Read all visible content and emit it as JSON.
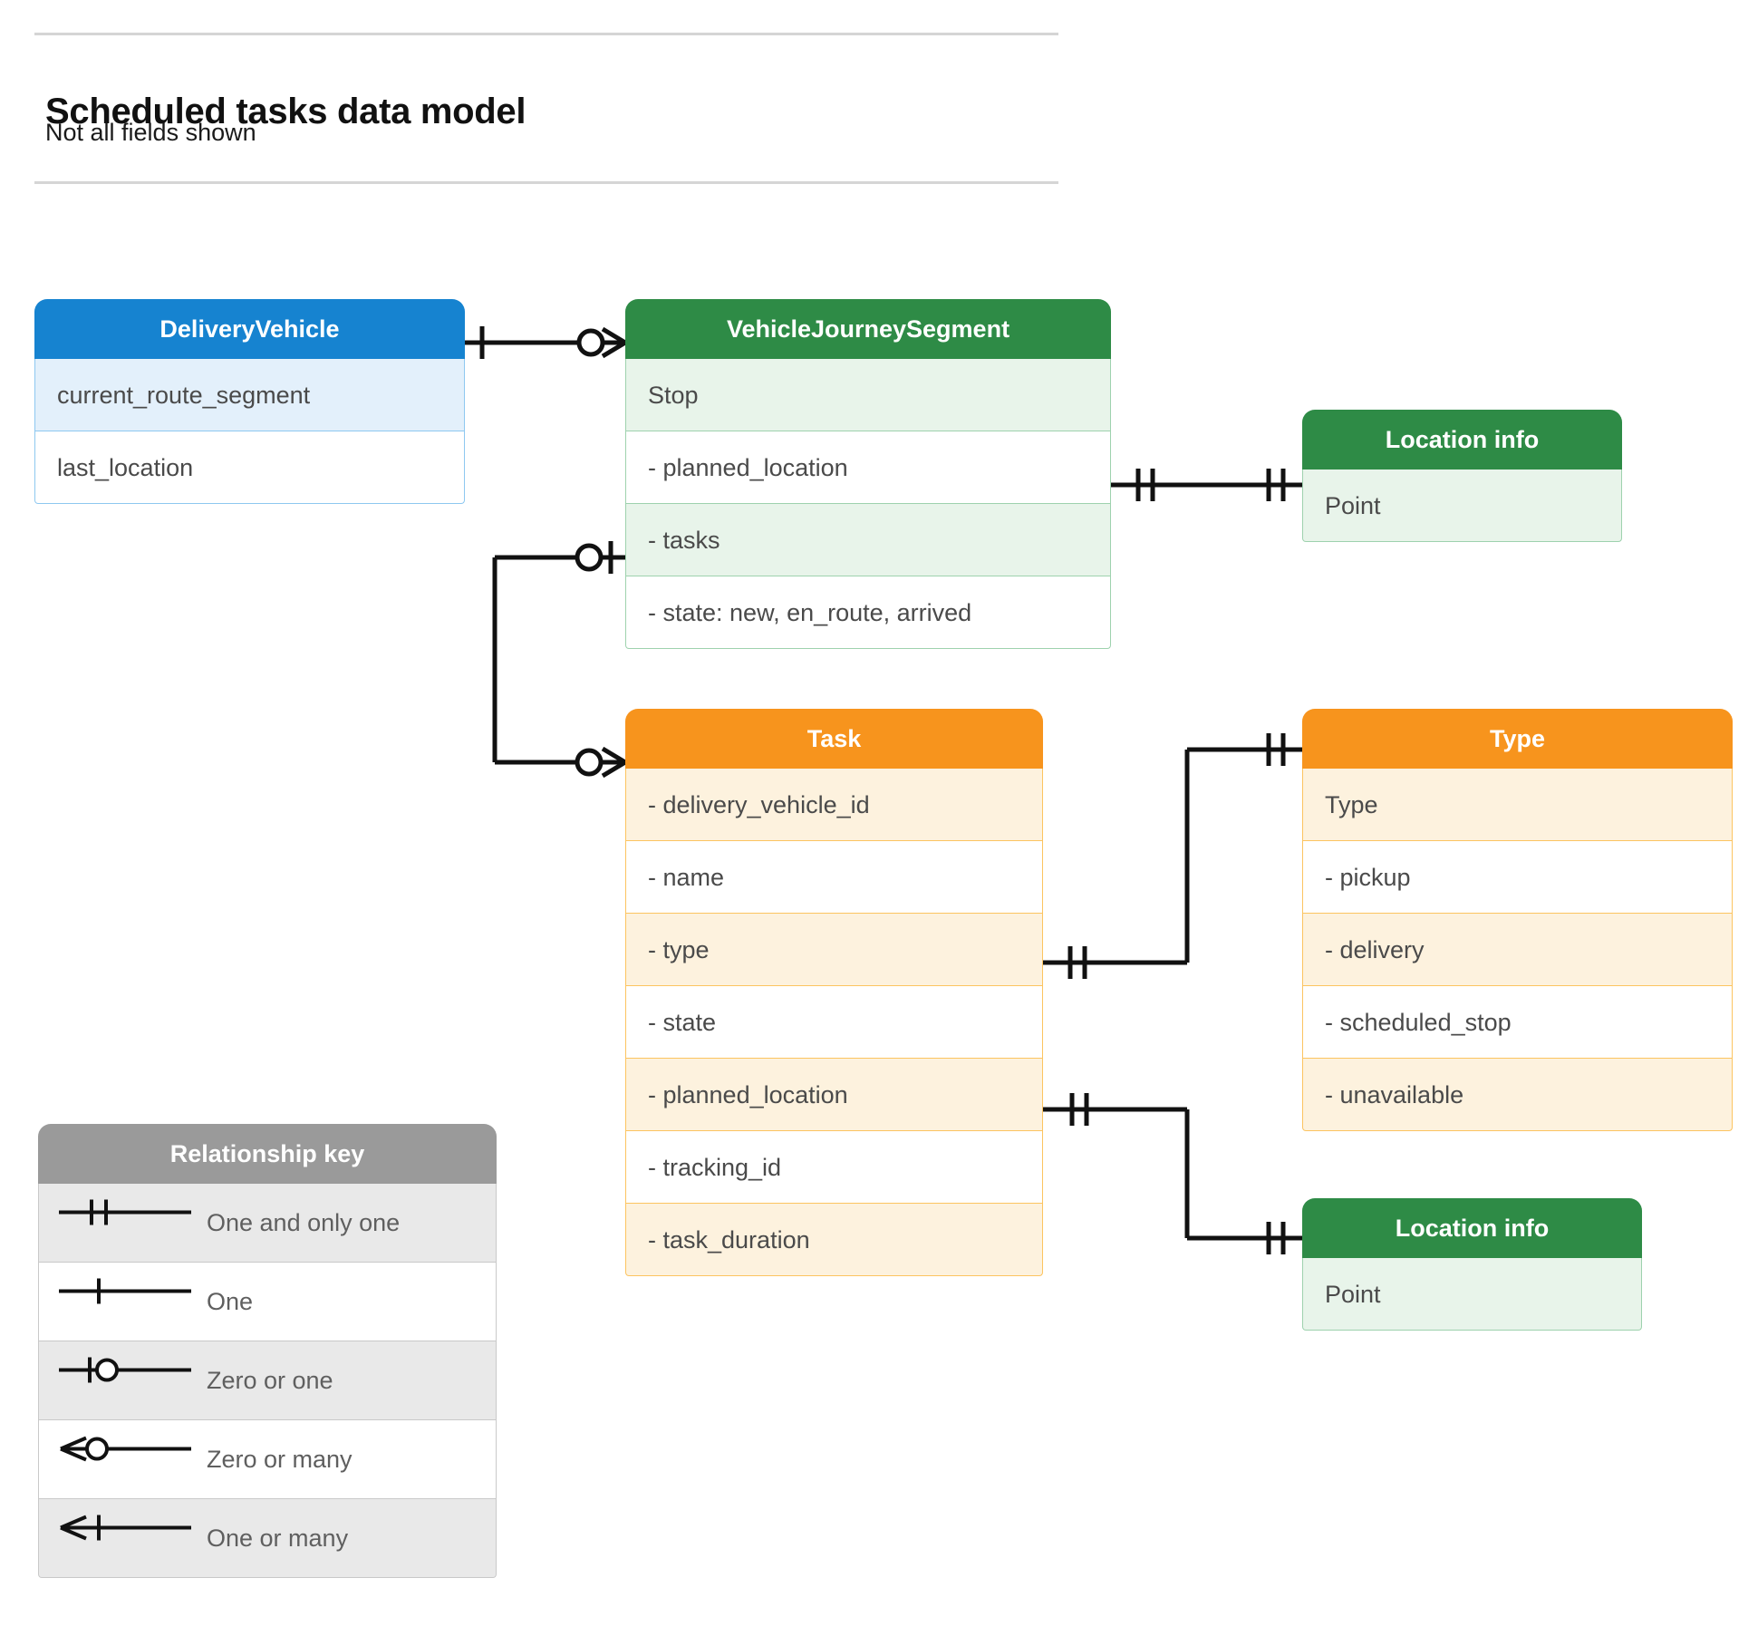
{
  "header": {
    "title": "Scheduled tasks data model",
    "subtitle": "Not all fields shown"
  },
  "entities": {
    "delivery_vehicle": {
      "title": "DeliveryVehicle",
      "color": "#1683d0",
      "rows": [
        "current_route_segment",
        "last_location"
      ]
    },
    "vehicle_journey_segment": {
      "title": "VehicleJourneySegment",
      "color": "#2e8b46",
      "rows": [
        "Stop",
        "-  planned_location",
        "- tasks",
        "- state: new, en_route, arrived"
      ]
    },
    "location_info_top": {
      "title": "Location info",
      "color": "#2e8b46",
      "rows": [
        "Point"
      ]
    },
    "task": {
      "title": "Task",
      "color": "#f7941d",
      "rows": [
        "- delivery_vehicle_id",
        "- name",
        "- type",
        "- state",
        "- planned_location",
        "- tracking_id",
        "- task_duration"
      ]
    },
    "type": {
      "title": "Type",
      "color": "#f7941d",
      "rows": [
        "Type",
        "-   pickup",
        "-   delivery",
        "-   scheduled_stop",
        "-   unavailable"
      ]
    },
    "location_info_bottom": {
      "title": "Location info",
      "color": "#2e8b46",
      "rows": [
        "Point"
      ]
    }
  },
  "legend": {
    "title": "Relationship key",
    "items": [
      {
        "label": "One and only one",
        "symbol": "one-and-only-one"
      },
      {
        "label": "One",
        "symbol": "one"
      },
      {
        "label": "Zero or one",
        "symbol": "zero-or-one"
      },
      {
        "label": "Zero or many",
        "symbol": "zero-or-many"
      },
      {
        "label": "One or many",
        "symbol": "one-or-many"
      }
    ]
  },
  "relationships": [
    {
      "from": "DeliveryVehicle",
      "from_cardinality": "one",
      "to": "VehicleJourneySegment",
      "to_cardinality": "zero-or-many"
    },
    {
      "from": "VehicleJourneySegment.planned_location",
      "from_cardinality": "one-and-only-one",
      "to": "Location info",
      "to_cardinality": "one-and-only-one"
    },
    {
      "from": "VehicleJourneySegment.tasks",
      "from_cardinality": "zero-or-one",
      "to": "Task",
      "to_cardinality": "zero-or-many"
    },
    {
      "from": "Task.type",
      "from_cardinality": "one-and-only-one",
      "to": "Type",
      "to_cardinality": "one-and-only-one"
    },
    {
      "from": "Task.planned_location",
      "from_cardinality": "one-and-only-one",
      "to": "Location info",
      "to_cardinality": "one-and-only-one"
    }
  ]
}
